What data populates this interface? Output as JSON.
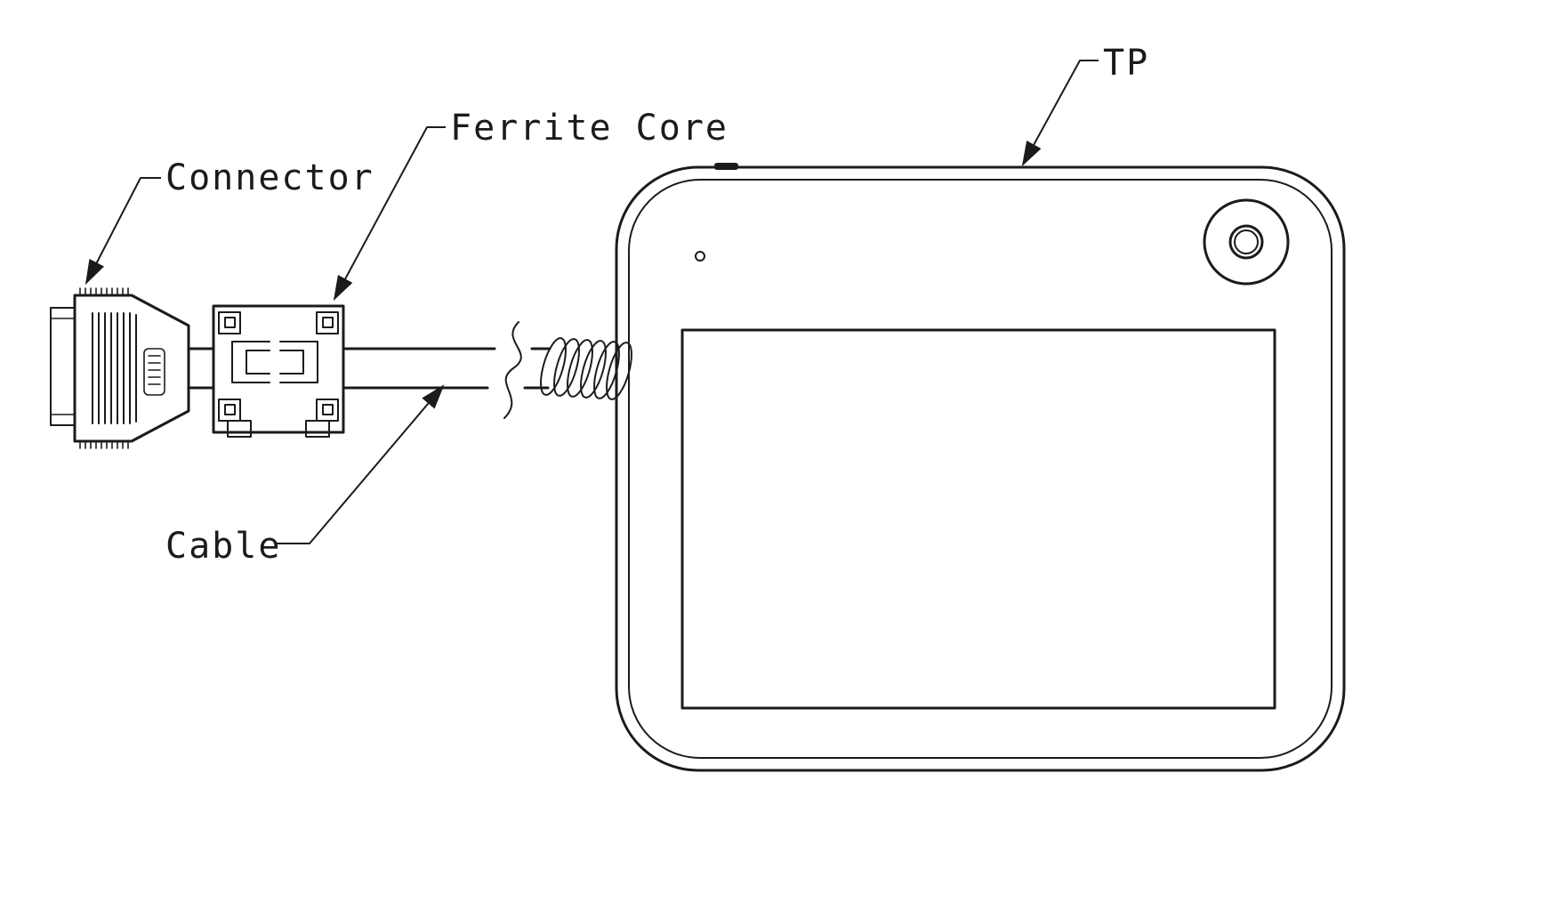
{
  "diagram": {
    "labels": {
      "connector": "Connector",
      "ferrite_core": "Ferrite Core",
      "cable": "Cable",
      "tp": "TP"
    },
    "colors": {
      "line": "#1b1b1b",
      "background": "#ffffff"
    }
  }
}
